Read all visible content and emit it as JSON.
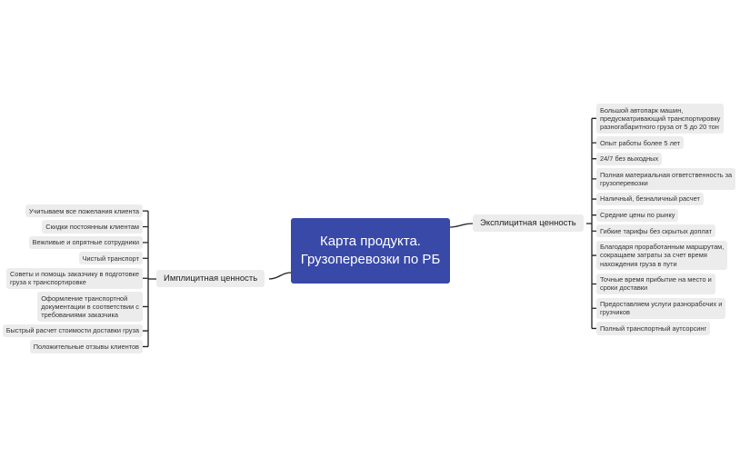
{
  "central": {
    "title": "Карта продукта. Грузоперевозки по РБ",
    "color": "#3949a8"
  },
  "explicit": {
    "label": "Эксплицитная ценность",
    "items": [
      "Большой автопарк машин,\nпредусматривающий транспортировку\nразногабаритного груза от 5 до 20 тон",
      "Опыт работы более 5 лет",
      "24/7 без выходных",
      "Полная материальная ответственность за\nгрузоперевозки",
      "Наличный, безналичный расчет",
      "Средние цены по рынку",
      "Гибкие тарифы без скрытых доплат",
      "Благодаря проработанным маршрутам,\nсокращаем затраты за счет время\nнахождения груза в пути",
      "Точные время прибытие на место и\nсроки доставки",
      "Предоставляем услуги разнорабочих и\nгрузчиков",
      "Полный транспортный аутсорсинг"
    ]
  },
  "implicit": {
    "label": "Имплицитная ценность",
    "items": [
      "Учитываем все пожелания клиента",
      "Скидки постоянным клиентам",
      "Вежливые и опрятные сотрудники",
      "Чистый транспорт",
      "Советы и помощь заказчику в подготовке\nгруза к транспортировке",
      "Оформление транспортной\nдокументации в соответствии с\nтребованиями заказчика",
      "Быстрый расчет стоимости доставки груза",
      "Положительные отзывы клиентов"
    ]
  }
}
